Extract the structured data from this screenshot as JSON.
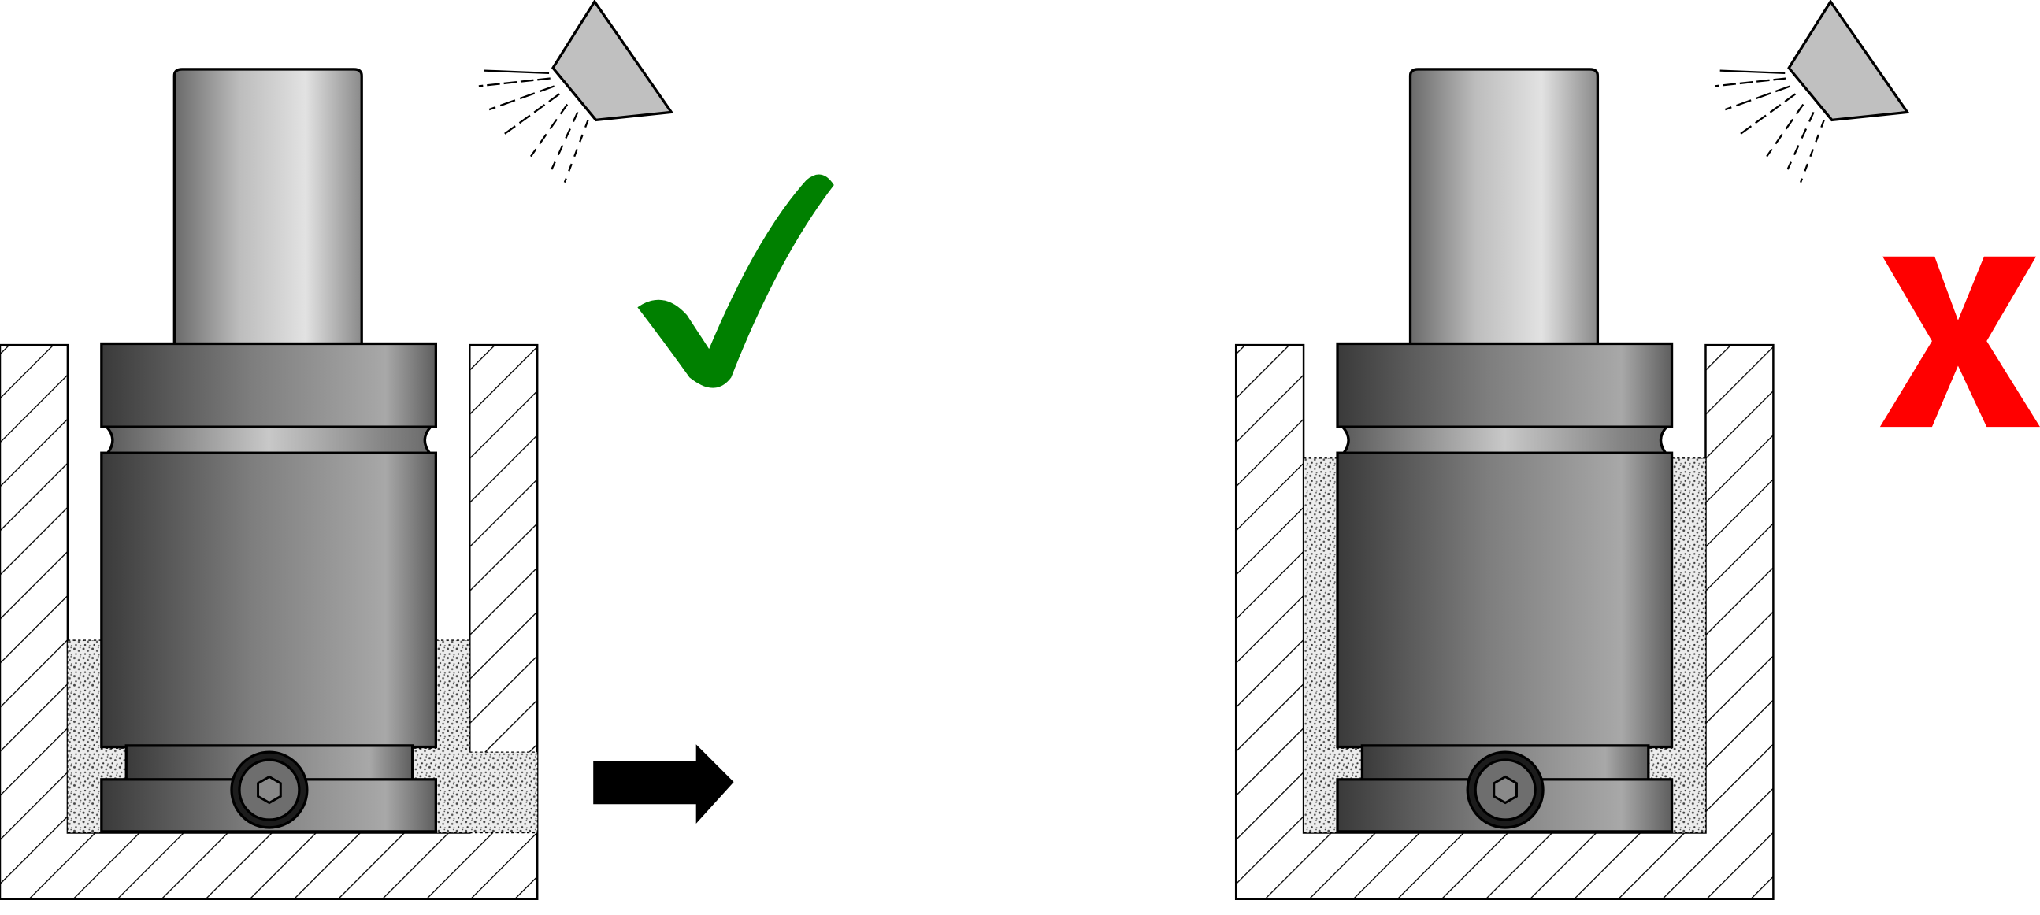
{
  "diagram": {
    "panels": [
      {
        "id": "correct",
        "verdict": "correct",
        "verdict_icon": "checkmark-icon",
        "verdict_color": "#008000",
        "has_outlet_arrow": true,
        "chip_fill": "partial"
      },
      {
        "id": "incorrect",
        "verdict": "incorrect",
        "verdict_icon": "x-mark-icon",
        "verdict_color": "#ff0000",
        "has_outlet_arrow": false,
        "chip_fill": "full"
      }
    ],
    "icons": {
      "spray": "coolant-spray-icon",
      "arrow": "right-arrow-icon",
      "bolt": "hex-socket-screw-icon"
    },
    "colors": {
      "outline": "#000000",
      "part_dark": "#3a3a3a",
      "part_light": "#a8a8a8",
      "post_light": "#e0e0e0",
      "spray_head": "#c0c0c0",
      "chips": "#8a8a8a",
      "hatch": "#000000",
      "background": "#ffffff"
    }
  }
}
